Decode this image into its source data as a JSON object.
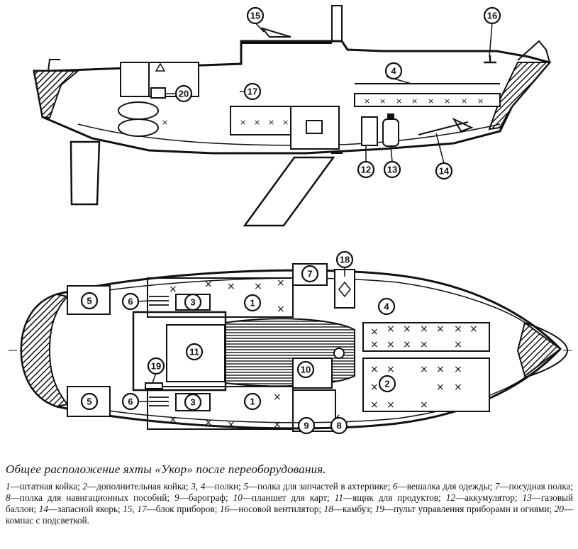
{
  "figure": {
    "title": "Общее расположение яхты «Укор» после переоборудования.",
    "callouts": {
      "side": [
        "15",
        "16",
        "4",
        "17",
        "20",
        "12",
        "13",
        "14"
      ],
      "plan": [
        "18",
        "7",
        "5",
        "6",
        "3",
        "1",
        "4",
        "11",
        "2",
        "19",
        "10",
        "5",
        "6",
        "3",
        "1",
        "9",
        "8"
      ]
    },
    "legend": [
      {
        "num": "1",
        "text": "штатная койка;"
      },
      {
        "num": "2",
        "text": "дополнительная койка;"
      },
      {
        "num": "3, 4",
        "text": "полкн;"
      },
      {
        "num": "5",
        "text": "полка для запчастей в ахтерпике;"
      },
      {
        "num": "6",
        "text": "вешалка для одежды;"
      },
      {
        "num": "7",
        "text": "посудная полка;"
      },
      {
        "num": "8",
        "text": "полка для навнгационных пособнй;"
      },
      {
        "num": "9",
        "text": "барограф;"
      },
      {
        "num": "10",
        "text": "планшет для карт;"
      },
      {
        "num": "11",
        "text": "ящнк для продуктов;"
      },
      {
        "num": "12",
        "text": "аккумулятор;"
      },
      {
        "num": "13",
        "text": "газовый баллон;"
      },
      {
        "num": "14",
        "text": "запасной якорь;"
      },
      {
        "num": "15, 17",
        "text": "блок приборов;"
      },
      {
        "num": "16",
        "text": "носовой вентилятор;"
      },
      {
        "num": "18",
        "text": "камбуз;"
      },
      {
        "num": "19",
        "text": "пульт управлення приборамн и огнями;"
      },
      {
        "num": "20",
        "text": "компас с подсветкой."
      }
    ]
  }
}
